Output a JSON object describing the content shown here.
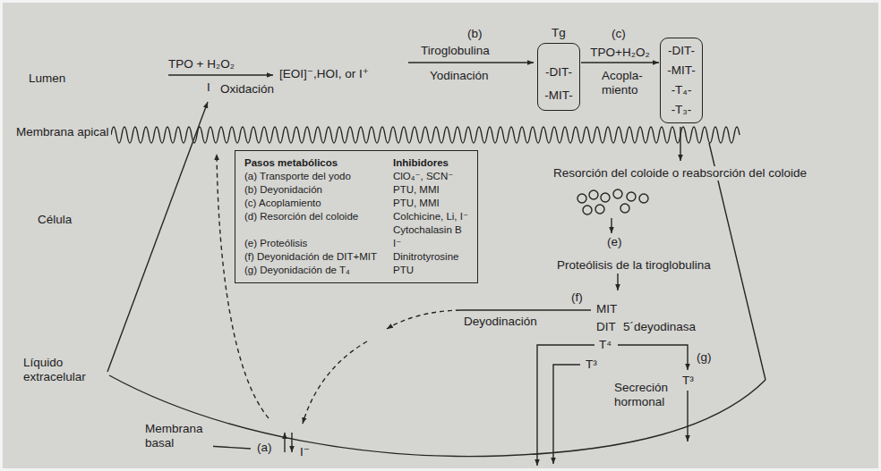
{
  "diagram": {
    "nodes": [
      {
        "text": [
          "Tg",
          "-DIT-",
          "-MIT-"
        ]
      },
      {
        "text": [
          "-DIT-",
          "-MIT-",
          "-T₄-",
          "-T₃-"
        ]
      },
      {
        "text": [
          "Pasos metabólicos",
          "(a) Transporte del yodo",
          "(b) Deyonidación",
          "(c) Acoplamiento",
          "(d) Resorción del coloide",
          "(e) Proteólisis",
          "(f) Deyonidación de DIT+MIT",
          "(g) Deyonidación de T₄",
          "Inhibidores",
          "ClO₄⁻, SCN⁻",
          "PTU, MMI",
          "PTU, MMI",
          "Colchicine, Li, I⁻",
          "Cytochalasin B",
          "I⁻",
          "Dinitrotyrosine",
          "PTU"
        ]
      }
    ],
    "edges": [
      {
        "from": 0,
        "to": 1,
        "arrow": "to",
        "label": "TPO+H₂O₂"
      }
    ],
    "labels": [
      "Lumen",
      "TPO + H₂O₂",
      "I",
      "Oxidación",
      "[EOI]⁻,HOI, or I⁺",
      "(b)",
      "Tiroglobulina",
      "Yodinación",
      "(c)",
      "Acopla- miento",
      "Membrana apical",
      "Célula",
      "Resorción del coloide o reabsorción del coloide",
      "(e)",
      "Proteólisis de la tiroglobulina",
      "(f)",
      "MIT",
      "Deyodinación",
      "DIT",
      "5´deyodinasa",
      "T⁴",
      "T³",
      "(g)",
      "T³",
      "Secreción hormonal",
      "Líquido extracelular",
      "Membrana basal",
      "(a)",
      "I⁻"
    ]
  }
}
